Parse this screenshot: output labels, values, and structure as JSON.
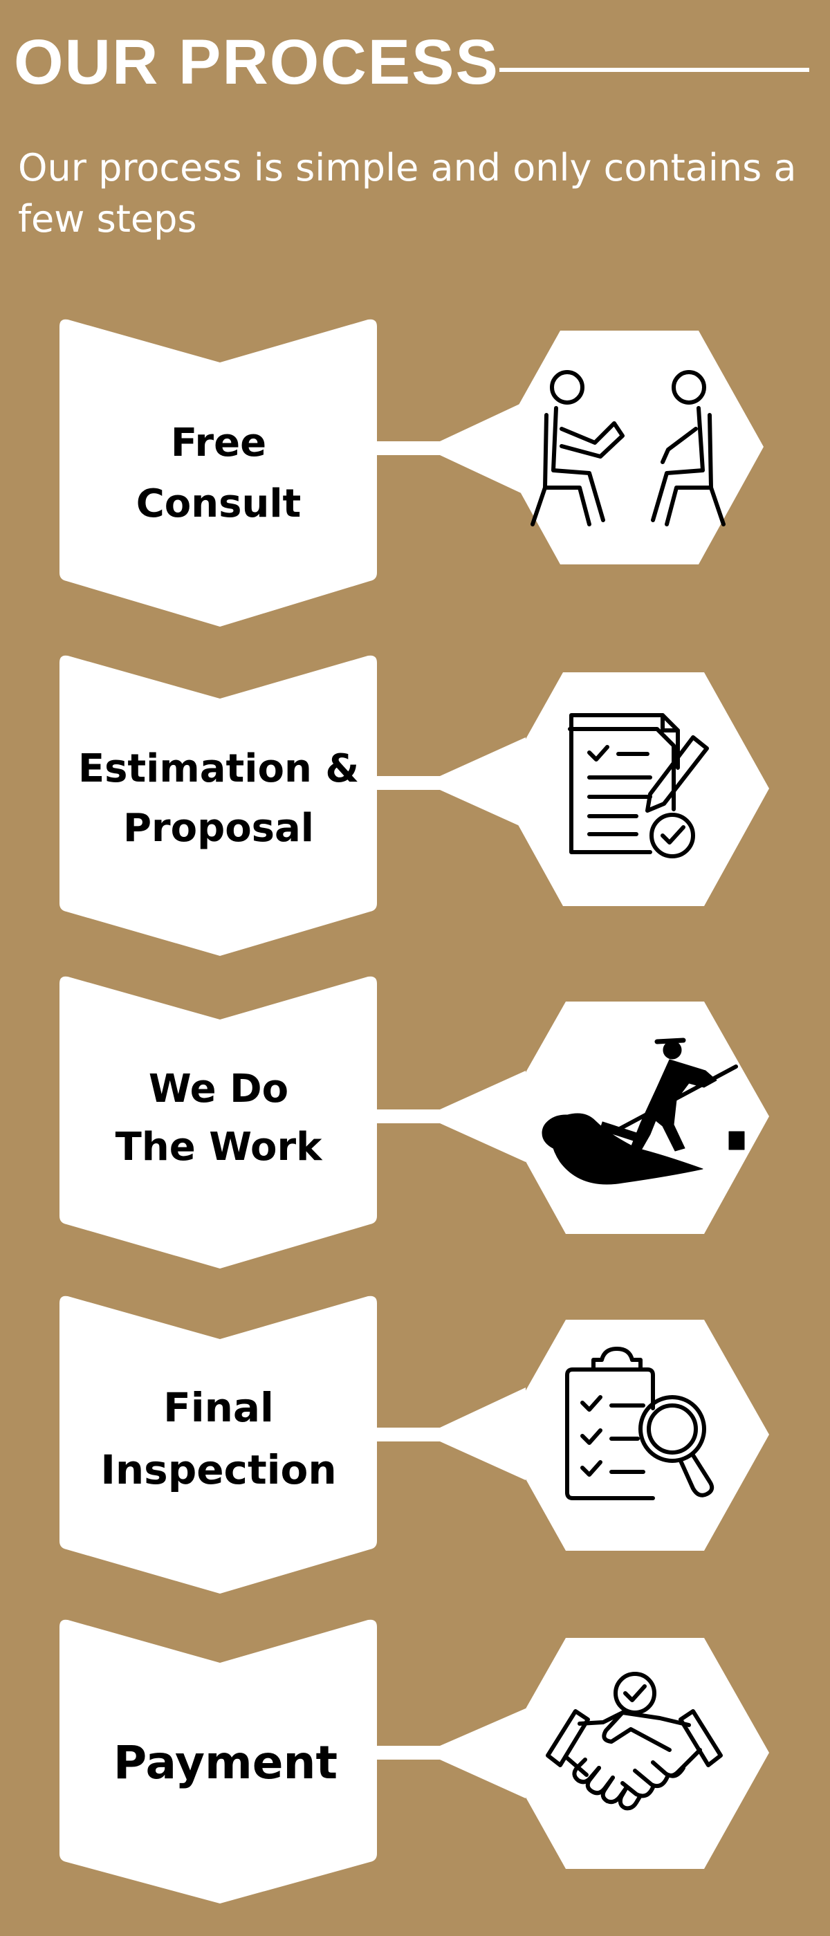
{
  "header": {
    "title": "OUR PROCESS",
    "subtitle": "Our process is simple and only contains a few steps"
  },
  "colors": {
    "background": "#b08f5f",
    "shape": "#ffffff",
    "text": "#000000"
  },
  "steps": [
    {
      "lines": [
        "Free",
        "Consult"
      ],
      "icon": "consultation-people-icon"
    },
    {
      "lines": [
        "Estimation &",
        "Proposal"
      ],
      "icon": "document-checklist-pen-icon"
    },
    {
      "lines": [
        "We Do",
        "The Work"
      ],
      "icon": "worker-sealcoating-icon"
    },
    {
      "lines": [
        "Final",
        "Inspection"
      ],
      "icon": "clipboard-magnifier-icon"
    },
    {
      "lines": [
        "Payment"
      ],
      "icon": "handshake-check-icon"
    }
  ]
}
